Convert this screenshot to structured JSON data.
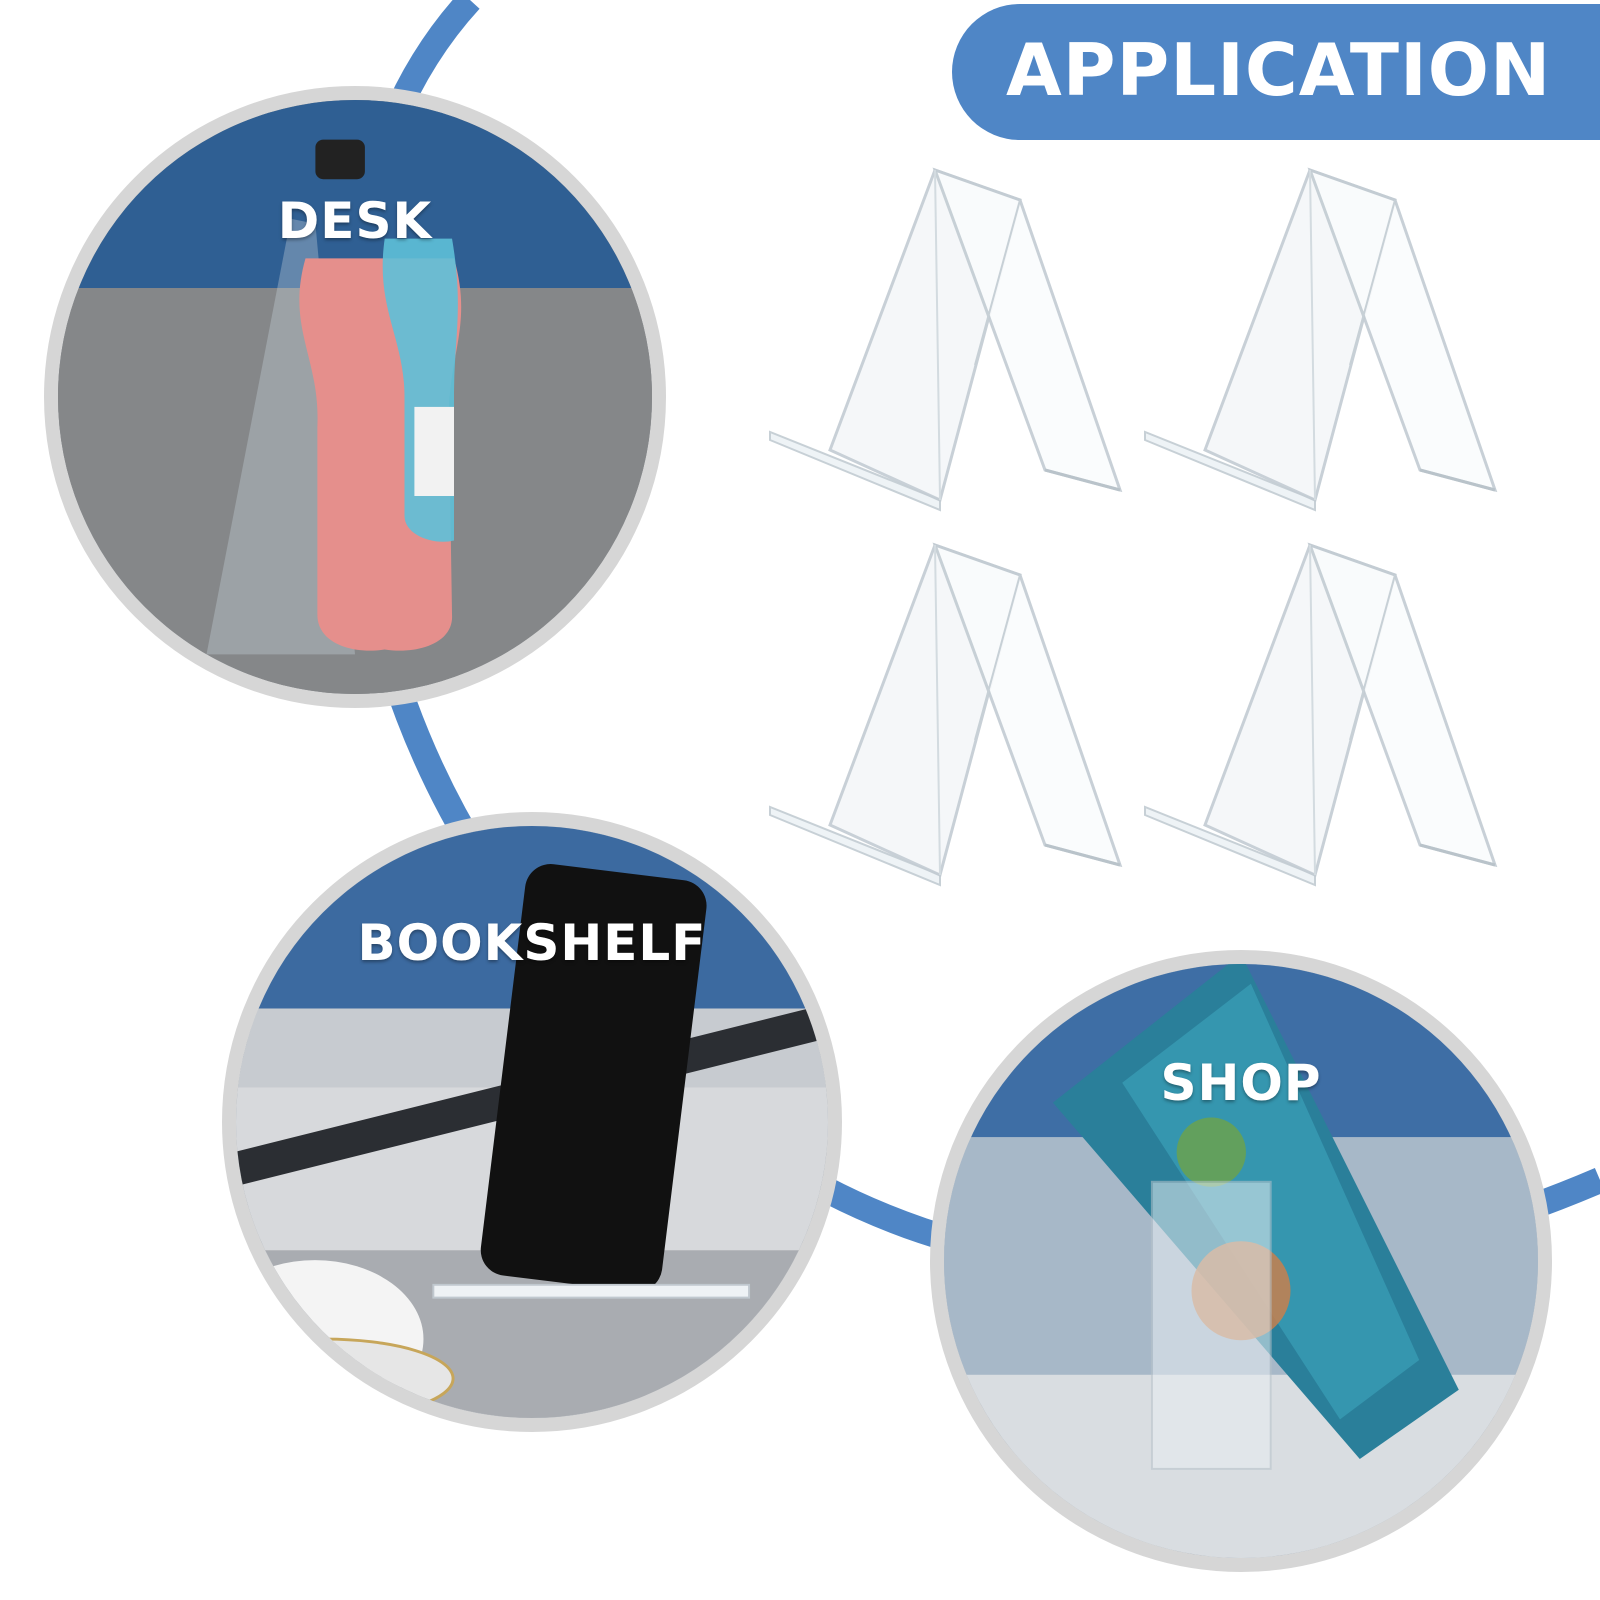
{
  "banner": {
    "text": "APPLICATION"
  },
  "scenes": {
    "desk": "DESK",
    "bookshelf": "BOOKSHELF",
    "shop": "SHOP"
  },
  "colors": {
    "accent_blue": "#4f86c6",
    "banner_text": "#ffffff",
    "ring_gray": "#d6d6d6"
  }
}
